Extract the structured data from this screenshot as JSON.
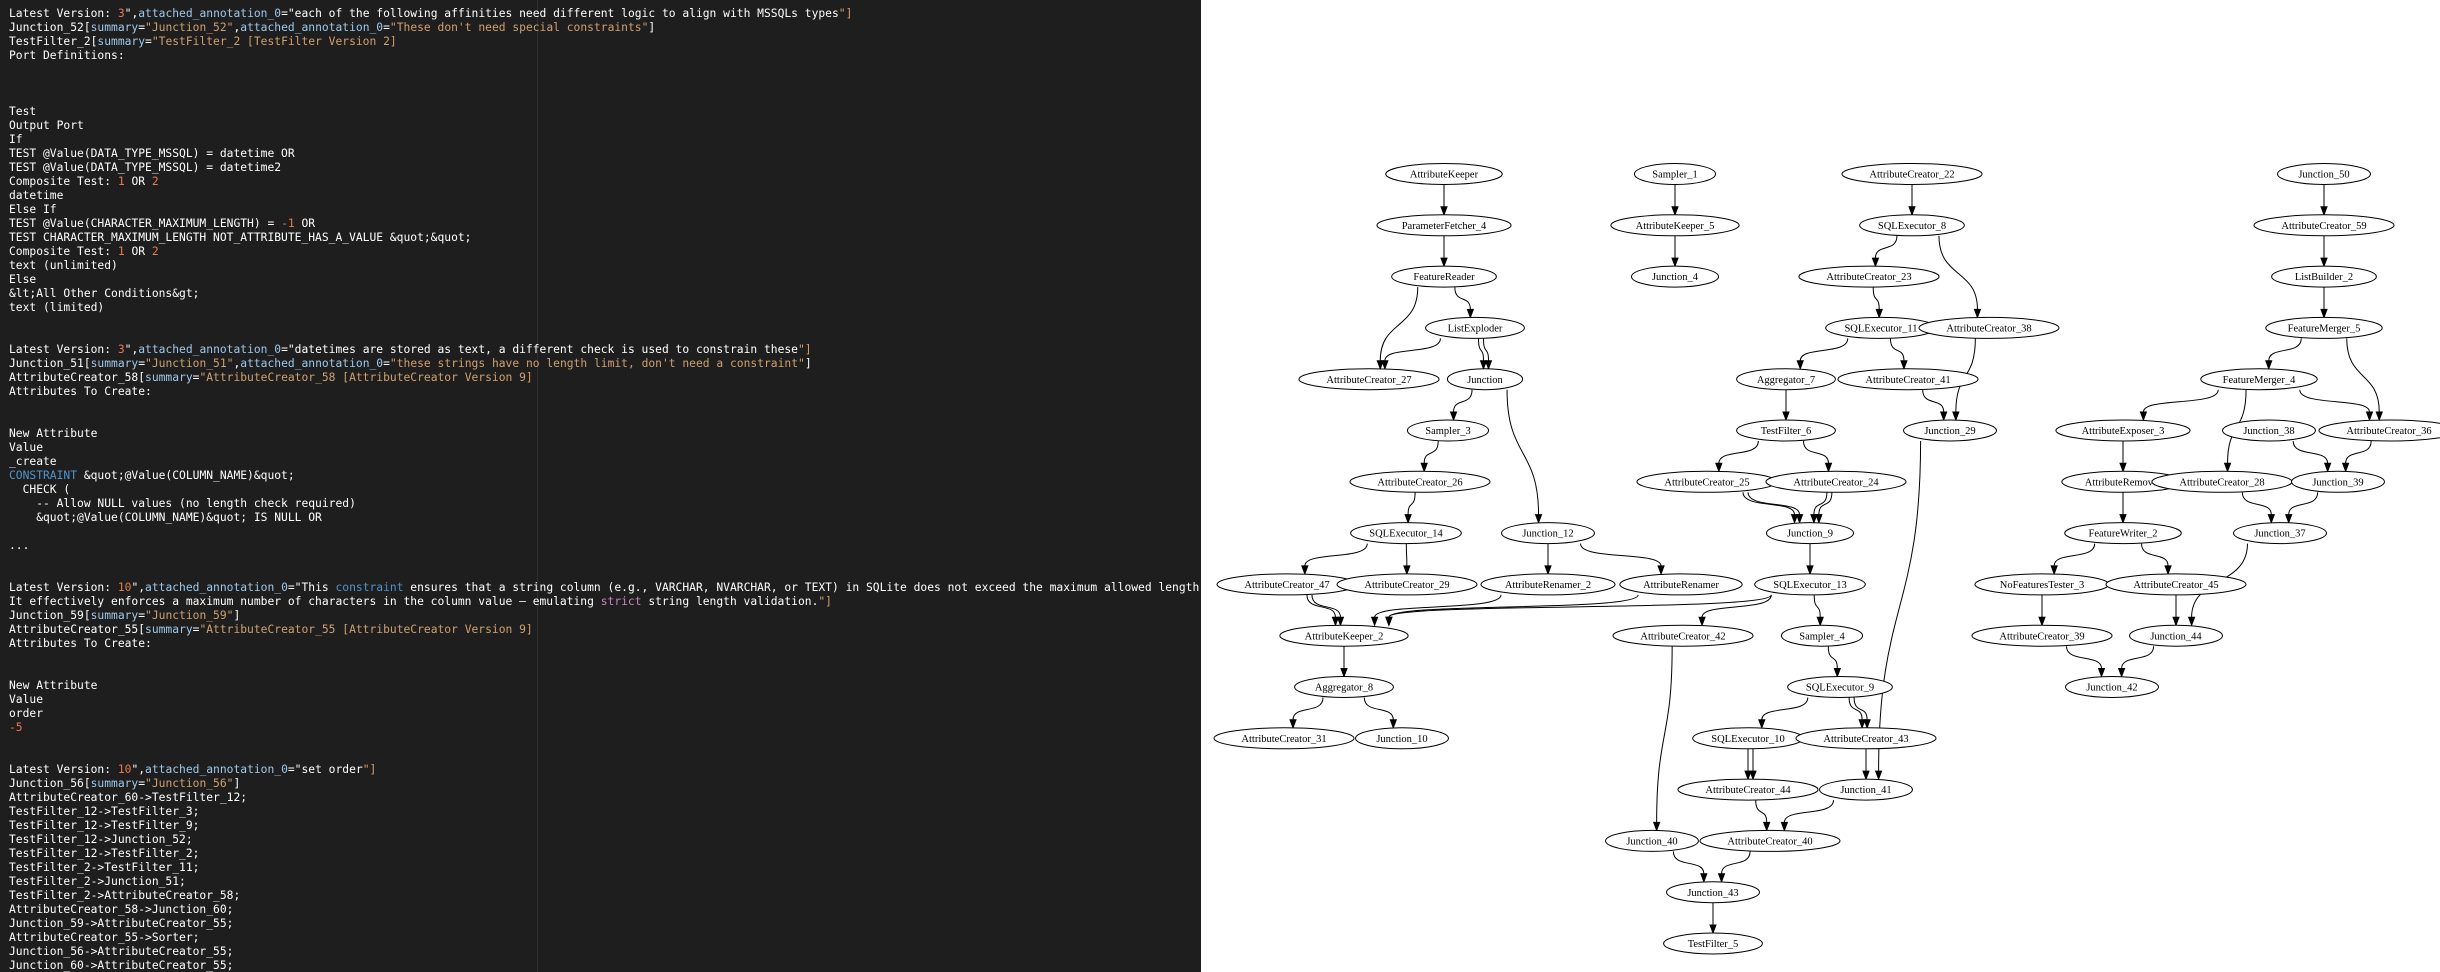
{
  "code_lines": [
    [
      [
        "Latest Version: ",
        ""
      ],
      [
        "3",
        "num"
      ],
      [
        "\",",
        ""
      ],
      [
        "attached_annotation_0",
        "attr"
      ],
      [
        "=\"each of the following affinities need different logic to align with MSSQLs types",
        ""
      ],
      [
        "\"]",
        "str"
      ]
    ],
    [
      [
        "Junction_52[",
        ""
      ],
      [
        "summary",
        "attr"
      ],
      [
        "=",
        ""
      ],
      [
        "\"Junction_52\"",
        "str"
      ],
      [
        ",",
        ""
      ],
      [
        "attached_annotation_0",
        "attr"
      ],
      [
        "=",
        ""
      ],
      [
        "\"These don't need special constraints\"",
        "str"
      ],
      [
        "]",
        ""
      ]
    ],
    [
      [
        "TestFilter_2[",
        ""
      ],
      [
        "summary",
        "attr"
      ],
      [
        "=",
        ""
      ],
      [
        "\"TestFilter_2 [TestFilter Version 2]",
        "str"
      ]
    ],
    [
      [
        "Port Definitions:",
        ""
      ]
    ],
    [],
    [],
    [],
    [
      [
        "Test",
        ""
      ]
    ],
    [
      [
        "Output Port",
        ""
      ]
    ],
    [
      [
        "If",
        ""
      ]
    ],
    [
      [
        "TEST @Value(DATA_TYPE_MSSQL) = datetime OR",
        ""
      ]
    ],
    [
      [
        "TEST @Value(DATA_TYPE_MSSQL) = datetime2",
        ""
      ]
    ],
    [
      [
        "Composite Test: ",
        ""
      ],
      [
        "1",
        "num"
      ],
      [
        " OR ",
        ""
      ],
      [
        "2",
        "num"
      ]
    ],
    [
      [
        "datetime",
        ""
      ]
    ],
    [
      [
        "Else If",
        ""
      ]
    ],
    [
      [
        "TEST @Value(CHARACTER_MAXIMUM_LENGTH) = ",
        ""
      ],
      [
        "-1",
        "num"
      ],
      [
        " OR",
        ""
      ]
    ],
    [
      [
        "TEST CHARACTER_MAXIMUM_LENGTH NOT_ATTRIBUTE_HAS_A_VALUE &quot;&quot;",
        ""
      ]
    ],
    [
      [
        "Composite Test: ",
        ""
      ],
      [
        "1",
        "num"
      ],
      [
        " OR ",
        ""
      ],
      [
        "2",
        "num"
      ]
    ],
    [
      [
        "text (unlimited)",
        ""
      ]
    ],
    [
      [
        "Else",
        ""
      ]
    ],
    [
      [
        "&lt;All Other Conditions&gt;",
        ""
      ]
    ],
    [
      [
        "text (limited)",
        ""
      ]
    ],
    [],
    [],
    [
      [
        "Latest Version: ",
        ""
      ],
      [
        "3",
        "num"
      ],
      [
        "\",",
        ""
      ],
      [
        "attached_annotation_0",
        "attr"
      ],
      [
        "=\"datetimes are stored as text, a different check is used to constrain these",
        ""
      ],
      [
        "\"]",
        "str"
      ]
    ],
    [
      [
        "Junction_51[",
        ""
      ],
      [
        "summary",
        "attr"
      ],
      [
        "=",
        ""
      ],
      [
        "\"Junction_51\"",
        "str"
      ],
      [
        ",",
        ""
      ],
      [
        "attached_annotation_0",
        "attr"
      ],
      [
        "=",
        ""
      ],
      [
        "\"these strings have no length limit, don't need a constraint\"",
        "str"
      ],
      [
        "]",
        ""
      ]
    ],
    [
      [
        "AttributeCreator_58[",
        ""
      ],
      [
        "summary",
        "attr"
      ],
      [
        "=",
        ""
      ],
      [
        "\"AttributeCreator_58 [AttributeCreator Version 9]",
        "str"
      ]
    ],
    [
      [
        "Attributes To Create:",
        ""
      ]
    ],
    [],
    [],
    [
      [
        "New Attribute",
        ""
      ]
    ],
    [
      [
        "Value",
        ""
      ]
    ],
    [
      [
        "_create",
        ""
      ]
    ],
    [
      [
        "CONSTRAINT",
        "kw"
      ],
      [
        " &quot;@Value(COLUMN_NAME)&quot;",
        ""
      ]
    ],
    [
      [
        "  CHECK (",
        ""
      ]
    ],
    [
      [
        "    -- Allow NULL values (no length check required)",
        ""
      ]
    ],
    [
      [
        "    &quot;@Value(COLUMN_NAME)&quot; IS NULL OR",
        ""
      ]
    ],
    [],
    [
      [
        "...",
        ""
      ]
    ],
    [],
    [],
    [
      [
        "Latest Version: ",
        ""
      ],
      [
        "10",
        "num"
      ],
      [
        "\",",
        ""
      ],
      [
        "attached_annotation_0",
        "attr"
      ],
      [
        "=\"This ",
        ""
      ],
      [
        "constraint",
        "kw"
      ],
      [
        " ensures that a string column (e.g., VARCHAR, NVARCHAR, or TEXT) in SQLite does not exceed the maximum allowed length, simi",
        ""
      ]
    ],
    [
      [
        "It effectively enforces a maximum number of characters in the column value — emulating ",
        ""
      ],
      [
        "strict",
        "kw2"
      ],
      [
        " string length validation.",
        ""
      ],
      [
        "\"]",
        "str"
      ]
    ],
    [
      [
        "Junction_59[",
        ""
      ],
      [
        "summary",
        "attr"
      ],
      [
        "=",
        ""
      ],
      [
        "\"Junction_59\"",
        "str"
      ],
      [
        "]",
        ""
      ]
    ],
    [
      [
        "AttributeCreator_55[",
        ""
      ],
      [
        "summary",
        "attr"
      ],
      [
        "=",
        ""
      ],
      [
        "\"AttributeCreator_55 [AttributeCreator Version 9]",
        "str"
      ]
    ],
    [
      [
        "Attributes To Create:",
        ""
      ]
    ],
    [],
    [],
    [
      [
        "New Attribute",
        ""
      ]
    ],
    [
      [
        "Value",
        ""
      ]
    ],
    [
      [
        "order",
        ""
      ]
    ],
    [
      [
        "-5",
        "num"
      ]
    ],
    [],
    [],
    [
      [
        "Latest Version: ",
        ""
      ],
      [
        "10",
        "num"
      ],
      [
        "\",",
        ""
      ],
      [
        "attached_annotation_0",
        "attr"
      ],
      [
        "=\"set order",
        ""
      ],
      [
        "\"]",
        "str"
      ]
    ],
    [
      [
        "Junction_56[",
        ""
      ],
      [
        "summary",
        "attr"
      ],
      [
        "=",
        ""
      ],
      [
        "\"Junction_56\"",
        "str"
      ],
      [
        "]",
        ""
      ]
    ],
    [
      [
        "AttributeCreator_60->TestFilter_12;",
        ""
      ]
    ],
    [
      [
        "TestFilter_12->TestFilter_3;",
        ""
      ]
    ],
    [
      [
        "TestFilter_12->TestFilter_9;",
        ""
      ]
    ],
    [
      [
        "TestFilter_12->Junction_52;",
        ""
      ]
    ],
    [
      [
        "TestFilter_12->TestFilter_2;",
        ""
      ]
    ],
    [
      [
        "TestFilter_2->TestFilter_11;",
        ""
      ]
    ],
    [
      [
        "TestFilter_2->Junction_51;",
        ""
      ]
    ],
    [
      [
        "TestFilter_2->AttributeCreator_58;",
        ""
      ]
    ],
    [
      [
        "AttributeCreator_58->Junction_60;",
        ""
      ]
    ],
    [
      [
        "Junction_59->AttributeCreator_55;",
        ""
      ]
    ],
    [
      [
        "AttributeCreator_55->Sorter;",
        ""
      ]
    ],
    [
      [
        "Junction_56->AttributeCreator_55;",
        ""
      ]
    ],
    [
      [
        "Junction_60->AttributeCreator_55;",
        ""
      ]
    ]
  ],
  "graph": {
    "nodes": [
      {
        "id": "AttributeKeeper",
        "label": "AttributeKeeper"
      },
      {
        "id": "ParameterFetcher_4",
        "label": "ParameterFetcher_4"
      },
      {
        "id": "FeatureReader",
        "label": "FeatureReader"
      },
      {
        "id": "ListExploder",
        "label": "ListExploder"
      },
      {
        "id": "AttributeCreator_27",
        "label": "AttributeCreator_27"
      },
      {
        "id": "Junction",
        "label": "Junction"
      },
      {
        "id": "Sampler_3",
        "label": "Sampler_3"
      },
      {
        "id": "AttributeCreator_26",
        "label": "AttributeCreator_26"
      },
      {
        "id": "SQLExecutor_14",
        "label": "SQLExecutor_14"
      },
      {
        "id": "Junction_12",
        "label": "Junction_12"
      },
      {
        "id": "AttributeCreator_47",
        "label": "AttributeCreator_47"
      },
      {
        "id": "AttributeCreator_29",
        "label": "AttributeCreator_29"
      },
      {
        "id": "AttributeRenamer_2",
        "label": "AttributeRenamer_2"
      },
      {
        "id": "AttributeRenamer",
        "label": "AttributeRenamer"
      },
      {
        "id": "AttributeKeeper_2",
        "label": "AttributeKeeper_2"
      },
      {
        "id": "Aggregator_8",
        "label": "Aggregator_8"
      },
      {
        "id": "AttributeCreator_31",
        "label": "AttributeCreator_31"
      },
      {
        "id": "Junction_10",
        "label": "Junction_10"
      },
      {
        "id": "Sampler_1",
        "label": "Sampler_1"
      },
      {
        "id": "AttributeKeeper_5",
        "label": "AttributeKeeper_5"
      },
      {
        "id": "Junction_4",
        "label": "Junction_4"
      },
      {
        "id": "AttributeCreator_22",
        "label": "AttributeCreator_22"
      },
      {
        "id": "SQLExecutor_8",
        "label": "SQLExecutor_8"
      },
      {
        "id": "AttributeCreator_23",
        "label": "AttributeCreator_23"
      },
      {
        "id": "SQLExecutor_11",
        "label": "SQLExecutor_11"
      },
      {
        "id": "AttributeCreator_38",
        "label": "AttributeCreator_38"
      },
      {
        "id": "Aggregator_7",
        "label": "Aggregator_7"
      },
      {
        "id": "AttributeCreator_41",
        "label": "AttributeCreator_41"
      },
      {
        "id": "Junction_29",
        "label": "Junction_29"
      },
      {
        "id": "TestFilter_6",
        "label": "TestFilter_6"
      },
      {
        "id": "AttributeCreator_25",
        "label": "AttributeCreator_25"
      },
      {
        "id": "AttributeCreator_24",
        "label": "AttributeCreator_24"
      },
      {
        "id": "Junction_9",
        "label": "Junction_9"
      },
      {
        "id": "SQLExecutor_13",
        "label": "SQLExecutor_13"
      },
      {
        "id": "AttributeCreator_42",
        "label": "AttributeCreator_42"
      },
      {
        "id": "Sampler_4",
        "label": "Sampler_4"
      },
      {
        "id": "SQLExecutor_9",
        "label": "SQLExecutor_9"
      },
      {
        "id": "SQLExecutor_10",
        "label": "SQLExecutor_10"
      },
      {
        "id": "AttributeCreator_43",
        "label": "AttributeCreator_43"
      },
      {
        "id": "AttributeCreator_44",
        "label": "AttributeCreator_44"
      },
      {
        "id": "Junction_41",
        "label": "Junction_41"
      },
      {
        "id": "Junction_40",
        "label": "Junction_40"
      },
      {
        "id": "AttributeCreator_40",
        "label": "AttributeCreator_40"
      },
      {
        "id": "Junction_43",
        "label": "Junction_43"
      },
      {
        "id": "TestFilter_5",
        "label": "TestFilter_5"
      },
      {
        "id": "Junction_50",
        "label": "Junction_50"
      },
      {
        "id": "AttributeCreator_59",
        "label": "AttributeCreator_59"
      },
      {
        "id": "ListBuilder_2",
        "label": "ListBuilder_2"
      },
      {
        "id": "FeatureMerger_5",
        "label": "FeatureMerger_5"
      },
      {
        "id": "FeatureMerger_4",
        "label": "FeatureMerger_4"
      },
      {
        "id": "AttributeExposer_3",
        "label": "AttributeExposer_3"
      },
      {
        "id": "Junction_38",
        "label": "Junction_38"
      },
      {
        "id": "AttributeCreator_36",
        "label": "AttributeCreator_36"
      },
      {
        "id": "AttributeRemover",
        "label": "AttributeRemover"
      },
      {
        "id": "AttributeCreator_28",
        "label": "AttributeCreator_28"
      },
      {
        "id": "Junction_39",
        "label": "Junction_39"
      },
      {
        "id": "FeatureWriter_2",
        "label": "FeatureWriter_2"
      },
      {
        "id": "Junction_37",
        "label": "Junction_37"
      },
      {
        "id": "NoFeaturesTester_3",
        "label": "NoFeaturesTester_3"
      },
      {
        "id": "AttributeCreator_45",
        "label": "AttributeCreator_45"
      },
      {
        "id": "AttributeCreator_39",
        "label": "AttributeCreator_39"
      },
      {
        "id": "Junction_44",
        "label": "Junction_44"
      },
      {
        "id": "Junction_42",
        "label": "Junction_42"
      }
    ],
    "edges": [
      [
        "AttributeKeeper",
        "ParameterFetcher_4"
      ],
      [
        "ParameterFetcher_4",
        "FeatureReader"
      ],
      [
        "FeatureReader",
        "ListExploder"
      ],
      [
        "FeatureReader",
        "AttributeCreator_27"
      ],
      [
        "ListExploder",
        "AttributeCreator_27"
      ],
      [
        "ListExploder",
        "Junction"
      ],
      [
        "ListExploder",
        "Junction"
      ],
      [
        "Junction",
        "Sampler_3"
      ],
      [
        "Junction",
        "Junction_12"
      ],
      [
        "Sampler_3",
        "AttributeCreator_26"
      ],
      [
        "AttributeCreator_26",
        "SQLExecutor_14"
      ],
      [
        "SQLExecutor_14",
        "AttributeCreator_47"
      ],
      [
        "SQLExecutor_14",
        "AttributeCreator_29"
      ],
      [
        "Junction_12",
        "AttributeRenamer_2"
      ],
      [
        "Junction_12",
        "AttributeRenamer"
      ],
      [
        "AttributeCreator_47",
        "AttributeKeeper_2"
      ],
      [
        "AttributeCreator_47",
        "AttributeKeeper_2"
      ],
      [
        "AttributeRenamer_2",
        "AttributeKeeper_2"
      ],
      [
        "AttributeRenamer",
        "AttributeKeeper_2"
      ],
      [
        "SQLExecutor_13",
        "AttributeKeeper_2"
      ],
      [
        "AttributeKeeper_2",
        "Aggregator_8"
      ],
      [
        "Aggregator_8",
        "AttributeCreator_31"
      ],
      [
        "Aggregator_8",
        "Junction_10"
      ],
      [
        "Sampler_1",
        "AttributeKeeper_5"
      ],
      [
        "AttributeKeeper_5",
        "Junction_4"
      ],
      [
        "AttributeCreator_22",
        "SQLExecutor_8"
      ],
      [
        "SQLExecutor_8",
        "AttributeCreator_23"
      ],
      [
        "SQLExecutor_8",
        "AttributeCreator_38"
      ],
      [
        "AttributeCreator_23",
        "SQLExecutor_11"
      ],
      [
        "SQLExecutor_11",
        "Aggregator_7"
      ],
      [
        "SQLExecutor_11",
        "AttributeCreator_41"
      ],
      [
        "AttributeCreator_38",
        "Junction_29"
      ],
      [
        "AttributeCreator_41",
        "Junction_29"
      ],
      [
        "Aggregator_7",
        "TestFilter_6"
      ],
      [
        "TestFilter_6",
        "AttributeCreator_25"
      ],
      [
        "TestFilter_6",
        "AttributeCreator_24"
      ],
      [
        "AttributeCreator_25",
        "Junction_9"
      ],
      [
        "AttributeCreator_25",
        "Junction_9"
      ],
      [
        "AttributeCreator_24",
        "Junction_9"
      ],
      [
        "AttributeCreator_24",
        "Junction_9"
      ],
      [
        "Junction_9",
        "SQLExecutor_13"
      ],
      [
        "SQLExecutor_13",
        "AttributeCreator_42"
      ],
      [
        "SQLExecutor_13",
        "Sampler_4"
      ],
      [
        "Sampler_4",
        "SQLExecutor_9"
      ],
      [
        "SQLExecutor_9",
        "SQLExecutor_10"
      ],
      [
        "SQLExecutor_9",
        "AttributeCreator_43"
      ],
      [
        "SQLExecutor_9",
        "AttributeCreator_43"
      ],
      [
        "SQLExecutor_10",
        "AttributeCreator_44"
      ],
      [
        "SQLExecutor_10",
        "AttributeCreator_44"
      ],
      [
        "AttributeCreator_43",
        "Junction_41"
      ],
      [
        "Junction_29",
        "Junction_41"
      ],
      [
        "AttributeCreator_42",
        "Junction_40"
      ],
      [
        "AttributeCreator_44",
        "AttributeCreator_40"
      ],
      [
        "Junction_41",
        "AttributeCreator_40"
      ],
      [
        "Junction_40",
        "Junction_43"
      ],
      [
        "AttributeCreator_40",
        "Junction_43"
      ],
      [
        "Junction_43",
        "TestFilter_5"
      ],
      [
        "Junction_50",
        "AttributeCreator_59"
      ],
      [
        "AttributeCreator_59",
        "ListBuilder_2"
      ],
      [
        "ListBuilder_2",
        "FeatureMerger_5"
      ],
      [
        "FeatureMerger_5",
        "FeatureMerger_4"
      ],
      [
        "FeatureMerger_5",
        "AttributeCreator_36"
      ],
      [
        "FeatureMerger_4",
        "AttributeExposer_3"
      ],
      [
        "FeatureMerger_4",
        "AttributeCreator_28"
      ],
      [
        "FeatureMerger_4",
        "AttributeCreator_36"
      ],
      [
        "AttributeExposer_3",
        "AttributeRemover"
      ],
      [
        "AttributeRemover",
        "FeatureWriter_2"
      ],
      [
        "Junction_38",
        "Junction_39"
      ],
      [
        "AttributeCreator_36",
        "Junction_39"
      ],
      [
        "AttributeCreator_28",
        "Junction_37"
      ],
      [
        "Junction_39",
        "Junction_37"
      ],
      [
        "FeatureWriter_2",
        "NoFeaturesTester_3"
      ],
      [
        "FeatureWriter_2",
        "AttributeCreator_45"
      ],
      [
        "NoFeaturesTester_3",
        "AttributeCreator_39"
      ],
      [
        "AttributeCreator_45",
        "Junction_44"
      ],
      [
        "Junction_37",
        "Junction_44"
      ],
      [
        "AttributeCreator_39",
        "Junction_42"
      ],
      [
        "Junction_44",
        "Junction_42"
      ]
    ]
  }
}
